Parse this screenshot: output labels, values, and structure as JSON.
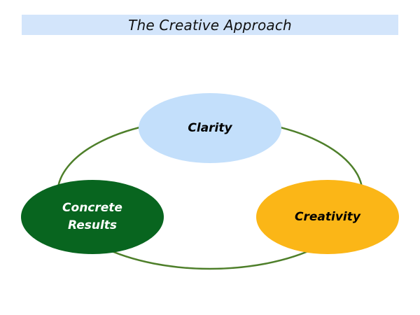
{
  "title": "The Creative Approach",
  "colors": {
    "title_bg": "#d3e5fb",
    "ring": "#4e7f2a",
    "clarity": "#c3dffb",
    "concrete_results": "#08651f",
    "creativity": "#fbb617"
  },
  "nodes": [
    {
      "id": "clarity",
      "label": "Clarity",
      "lines": [
        "Clarity"
      ],
      "text_color": "#000000"
    },
    {
      "id": "concrete-results",
      "label": "Concrete Results",
      "lines": [
        "Concrete",
        "Results"
      ],
      "text_color": "#ffffff"
    },
    {
      "id": "creativity",
      "label": "Creativity",
      "lines": [
        "Creativity"
      ],
      "text_color": "#000000"
    }
  ]
}
